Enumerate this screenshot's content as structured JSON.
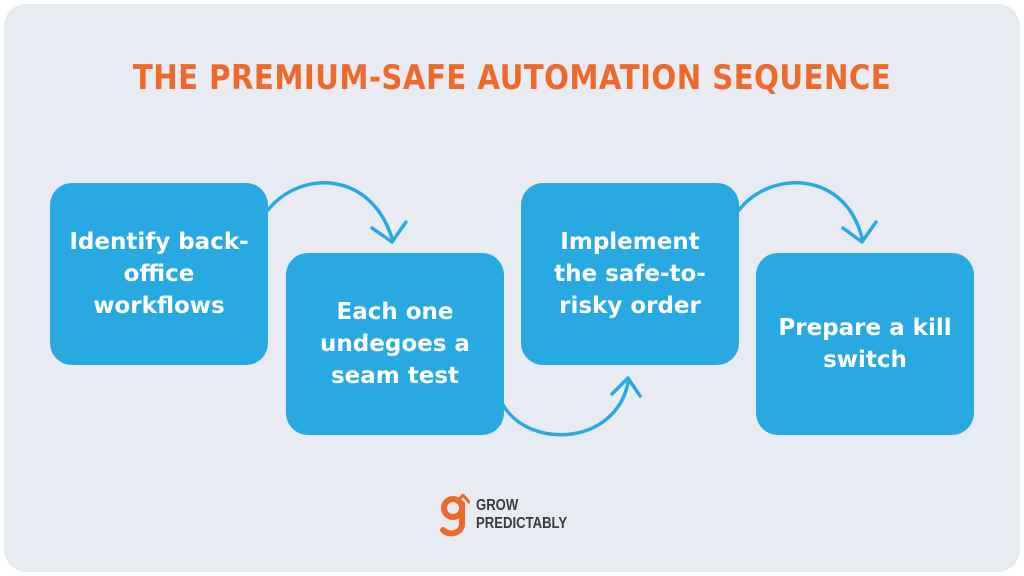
{
  "title": "THE PREMIUM-SAFE AUTOMATION SEQUENCE",
  "steps": [
    {
      "label": "Identify back-office workflows"
    },
    {
      "label": "Each one undegoes a seam test"
    },
    {
      "label": "Implement the safe-to-risky order"
    },
    {
      "label": "Prepare a kill switch"
    }
  ],
  "logo": {
    "line1": "GROW",
    "line2": "PREDICTABLY"
  },
  "colors": {
    "background": "#e8ecf2",
    "title": "#ef6a2a",
    "step_fill": "#28a9e1",
    "arrow": "#28a9e1",
    "logo_accent": "#ef6a2a",
    "logo_text": "#3a3a3a"
  }
}
